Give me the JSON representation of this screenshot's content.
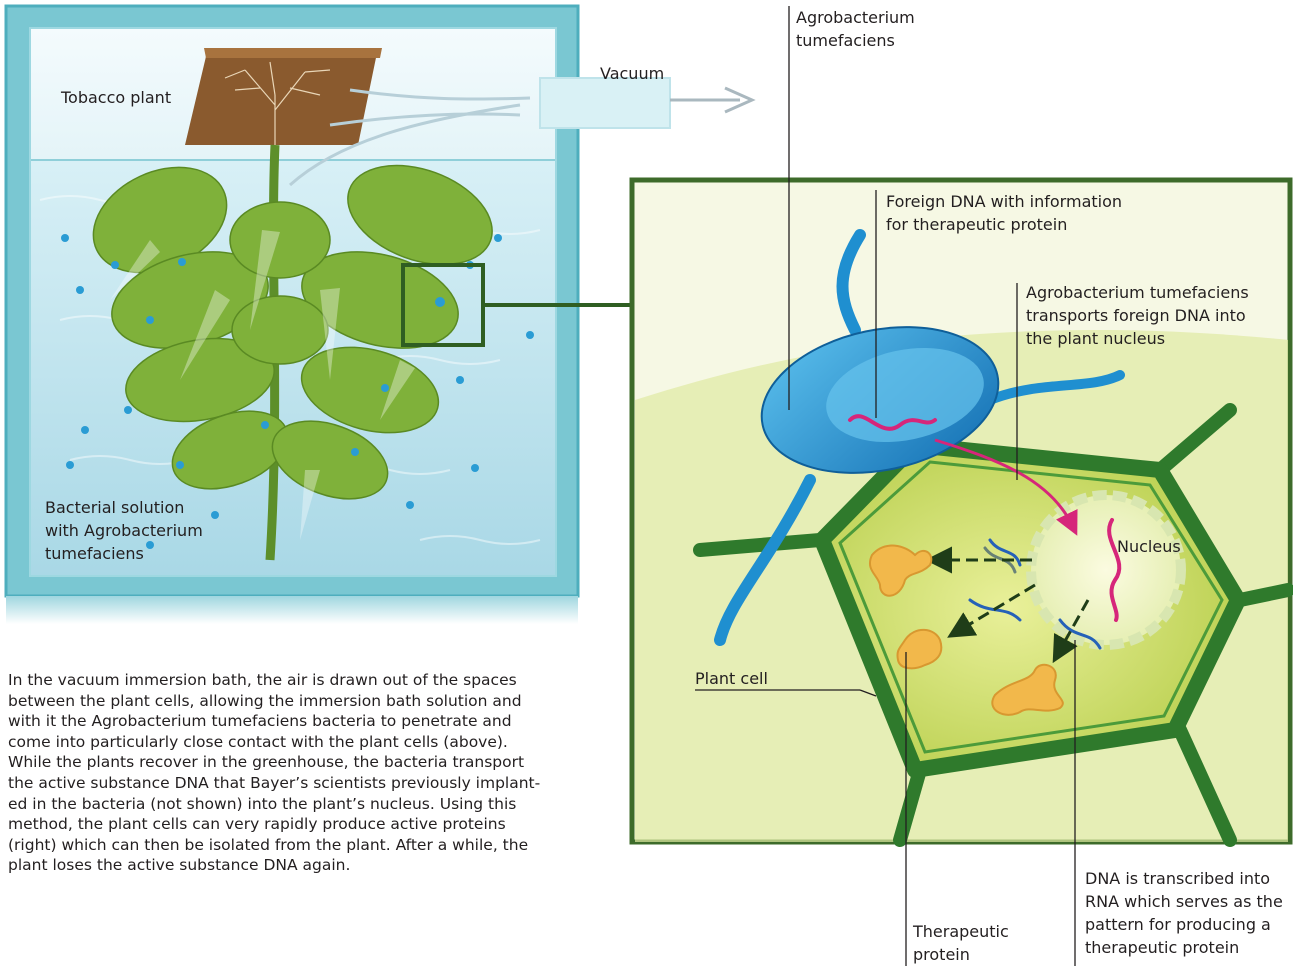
{
  "labels": {
    "tobacco_plant": "Tobacco plant",
    "vacuum": "Vacuum",
    "bacterial_solution": [
      "Bacterial solution",
      "with Agrobacterium",
      "tumefaciens"
    ],
    "agrobacterium": [
      "Agrobacterium",
      "tumefaciens"
    ],
    "foreign_dna": [
      "Foreign DNA with information",
      "for therapeutic protein"
    ],
    "transports": [
      "Agrobacterium tumefaciens",
      "transports foreign DNA into",
      "the plant nucleus"
    ],
    "nucleus": "Nucleus",
    "plant_cell": "Plant cell",
    "therapeutic_protein": [
      "Therapeutic",
      "protein"
    ],
    "dna_transcribed": [
      "DNA is transcribed into",
      "RNA which serves as the",
      "pattern for producing a",
      "therapeutic protein"
    ]
  },
  "caption": [
    "In the vacuum immersion bath, the air is drawn out of the spaces",
    "between the plant cells, allowing the immersion bath solution and",
    "with it the Agrobacterium tumefaciens bacteria to penetrate and",
    "come into particularly close contact with the plant cells (above).",
    "While the plants recover in the greenhouse, the bacteria transport",
    "the active substance DNA that Bayer’s scientists previously implant-",
    "ed in the bacteria (not shown) into the plant’s nucleus. Using this",
    "method, the plant cells can very rapidly produce active proteins",
    "(right) which can then be isolated from the plant. After a while, the",
    "plant loses the active substance DNA again."
  ],
  "colors": {
    "water": "#bfe4ef",
    "tank_frame": "#6fc3cf",
    "soil": "#8a5a2e",
    "leaf": "#7fb13a",
    "zoom_frame": "#3d6b2a",
    "cell_wall": "#2f7a2c",
    "cytoplasm": "#d9e77f",
    "bacterium": "#1f8fd0",
    "dna_foreign": "#d6267a",
    "protein": "#f2b84b"
  },
  "icons": [
    "vacuum-arrow-icon",
    "bacteria-icon",
    "protein-icon",
    "dna-strand-icon"
  ]
}
